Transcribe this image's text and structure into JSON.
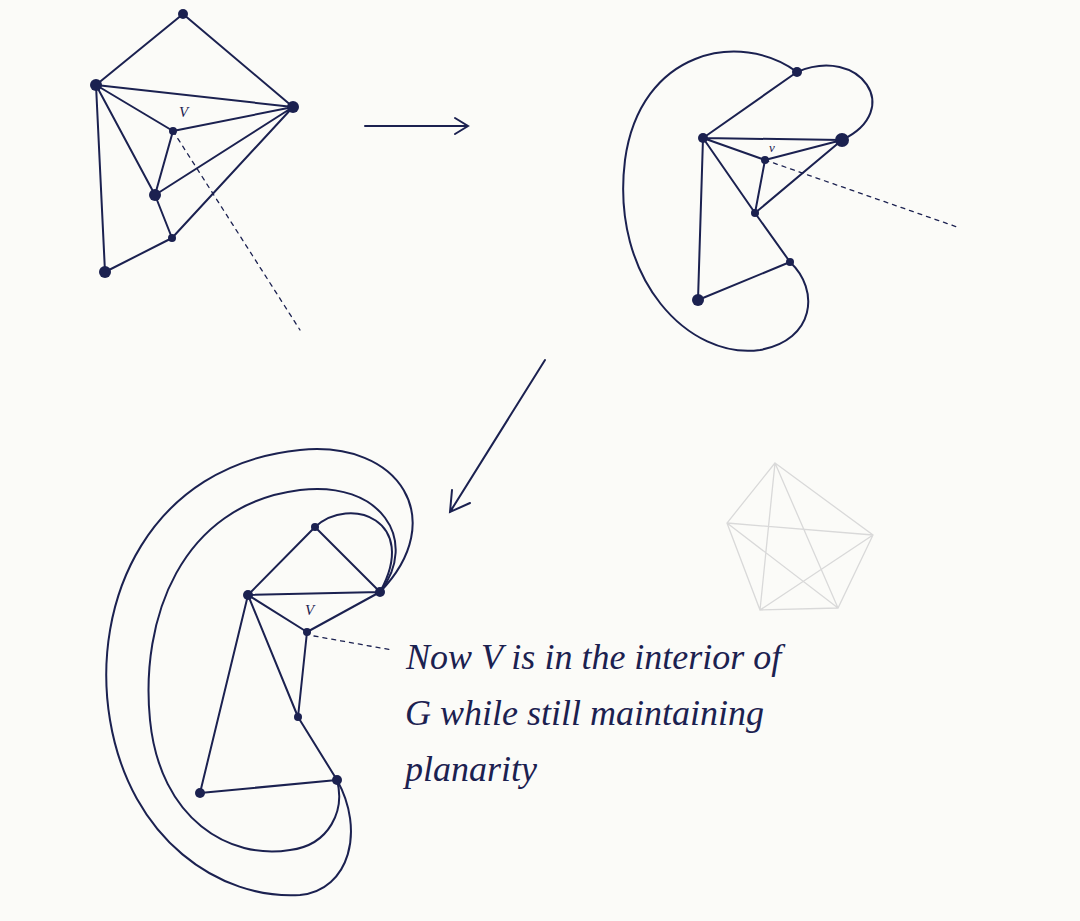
{
  "diagram": {
    "labels": [
      "V",
      "v",
      "V",
      "Now V is in the interior of G while still maintaining planarity"
    ]
  }
}
